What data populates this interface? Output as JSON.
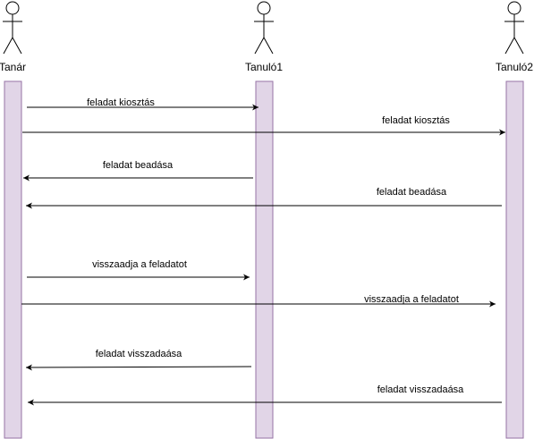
{
  "actors": [
    {
      "id": "tanar",
      "name": "Tanár"
    },
    {
      "id": "tanulo1",
      "name": "Tanuló1"
    },
    {
      "id": "tanulo2",
      "name": "Tanuló2"
    }
  ],
  "messages": [
    {
      "from": "tanar",
      "to": "tanulo1",
      "label": "feladat kiosztás"
    },
    {
      "from": "tanar",
      "to": "tanulo2",
      "label": "feladat kiosztás"
    },
    {
      "from": "tanulo1",
      "to": "tanar",
      "label": "feladat beadása"
    },
    {
      "from": "tanulo2",
      "to": "tanar",
      "label": "feladat beadása"
    },
    {
      "from": "tanar",
      "to": "tanulo1",
      "label": "visszaadja a feladatot"
    },
    {
      "from": "tanar",
      "to": "tanulo2",
      "label": "visszaadja a feladatot"
    },
    {
      "from": "tanulo1",
      "to": "tanar",
      "label": "feladat visszadaása"
    },
    {
      "from": "tanulo2",
      "to": "tanar",
      "label": "feladat visszadaása"
    }
  ],
  "colors": {
    "lifeline_fill": "#e1d5e7",
    "lifeline_stroke": "#9673a6",
    "line": "#000000"
  }
}
